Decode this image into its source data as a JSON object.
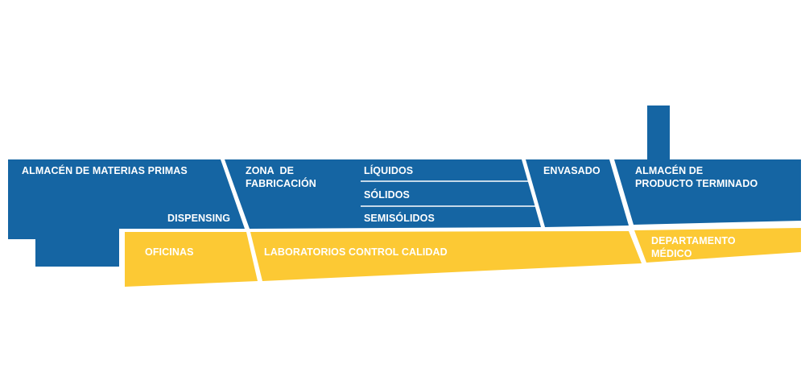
{
  "colors": {
    "blue": "#1565a3",
    "yellow": "#fcc934",
    "text": "#ffffff"
  },
  "zones": {
    "almacen_materias_primas": "ALMACÉN DE MATERIAS PRIMAS",
    "dispensing": "DISPENSING",
    "zona_fabricacion": [
      "ZONA  DE",
      "FABRICACIÓN"
    ],
    "liquidos": "LÍQUIDOS",
    "solidos": "SÓLIDOS",
    "semisolidos": "SEMISÓLIDOS",
    "envasado": "ENVASADO",
    "almacen_producto_terminado": [
      "ALMACÉN DE",
      "PRODUCTO TERMINADO"
    ],
    "oficinas": "OFICINAS",
    "laboratorios": "LABORATORIOS CONTROL CALIDAD",
    "departamento_medico": [
      "DEPARTAMENTO",
      "MÉDICO"
    ]
  }
}
